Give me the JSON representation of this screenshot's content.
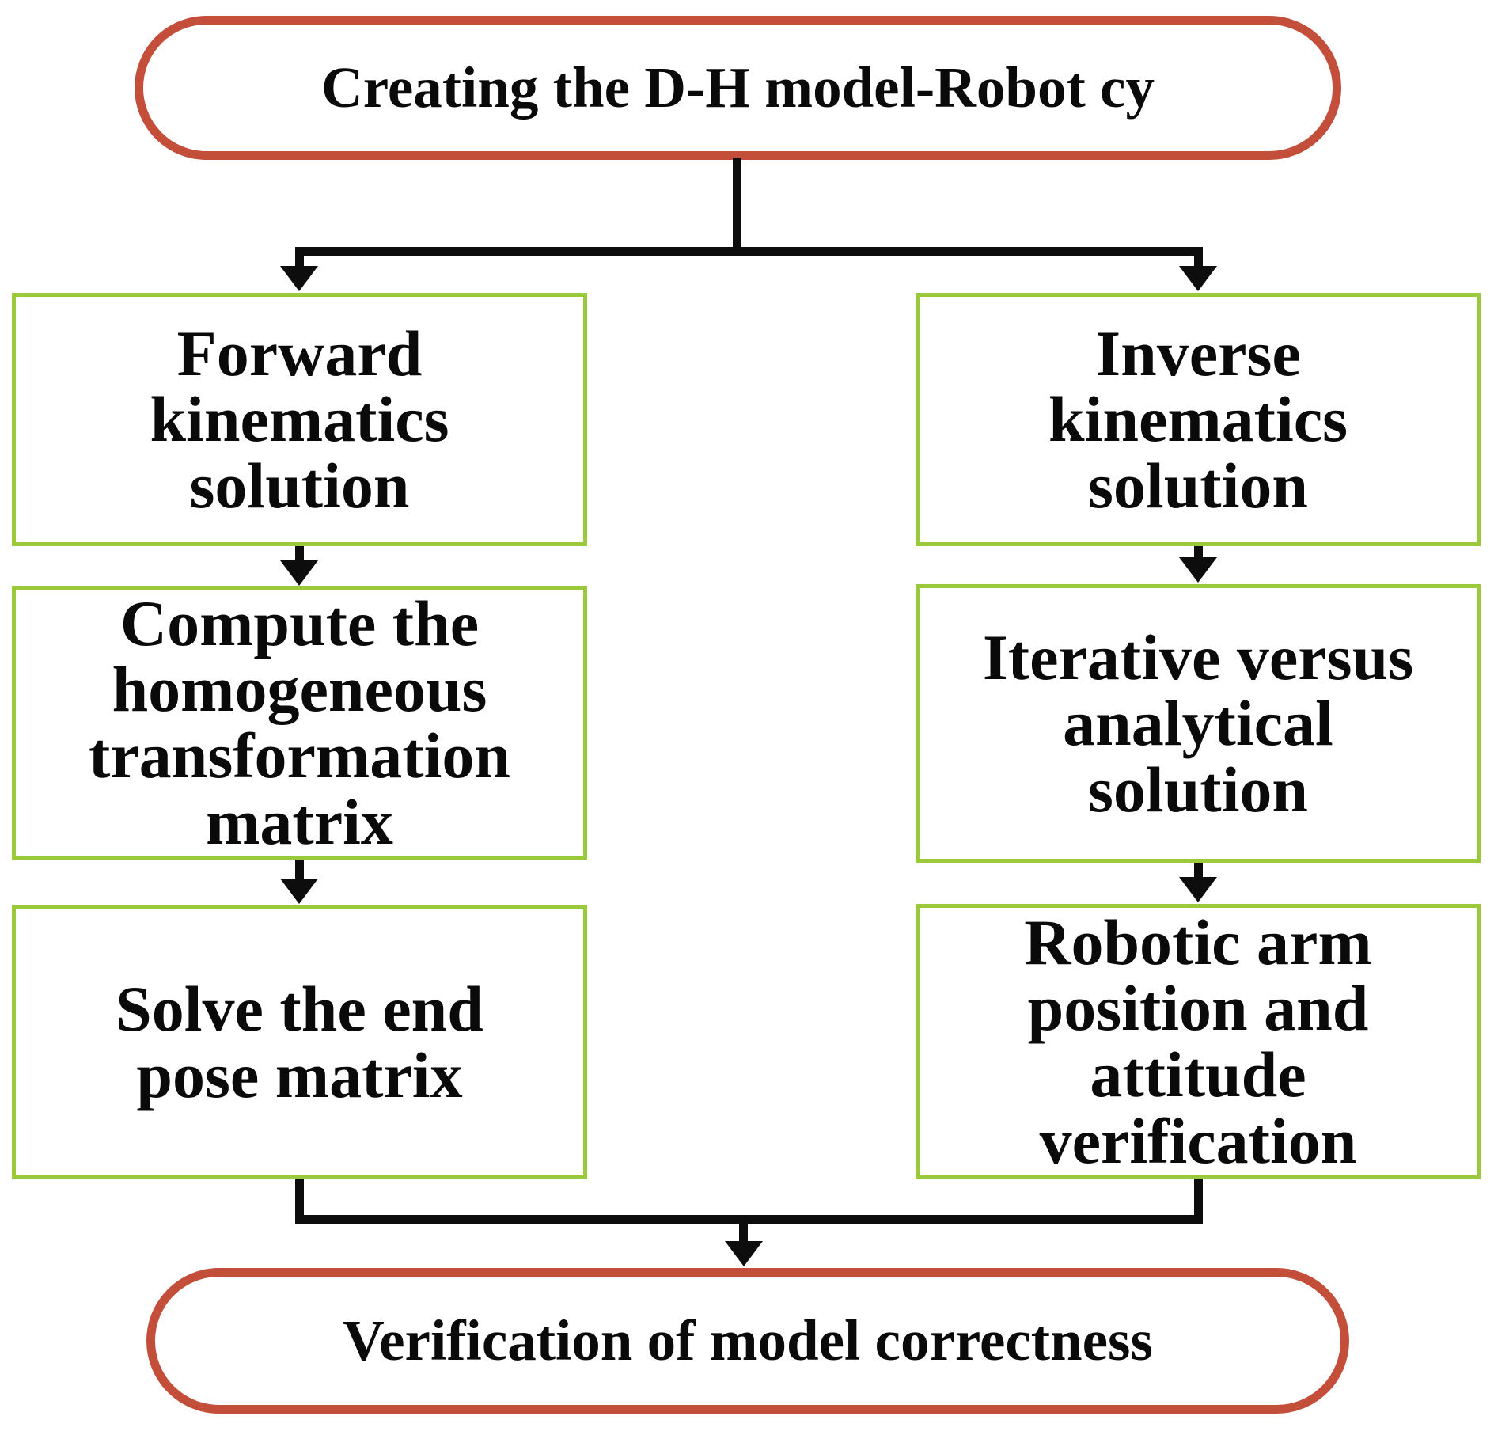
{
  "diagram": {
    "type": "flowchart",
    "colors": {
      "terminal_border": "#C34F3B",
      "process_border": "#9AC93C",
      "connector": "#0D0D0D",
      "text": "#0A0A0A",
      "background": "#FFFFFF"
    },
    "start": {
      "label": "Creating the D-H model-Robot cy"
    },
    "left_branch": [
      {
        "label": "Forward kinematics solution",
        "lines": [
          "Forward",
          "kinematics",
          "solution"
        ]
      },
      {
        "label": "Compute the homogeneous transformation matrix",
        "lines": [
          "Compute the",
          "homogeneous",
          "transformation",
          "matrix"
        ]
      },
      {
        "label": "Solve the end pose matrix",
        "lines": [
          "Solve the end",
          "pose matrix"
        ]
      }
    ],
    "right_branch": [
      {
        "label": "Inverse kinematics solution",
        "lines": [
          "Inverse",
          "kinematics",
          "solution"
        ]
      },
      {
        "label": "Iterative versus analytical solution",
        "lines": [
          "Iterative versus",
          "analytical",
          "solution"
        ]
      },
      {
        "label": "Robotic arm position and attitude verification",
        "lines": [
          "Robotic arm",
          "position and",
          "attitude",
          "verification"
        ]
      }
    ],
    "end": {
      "label": "Verification of model correctness"
    }
  }
}
